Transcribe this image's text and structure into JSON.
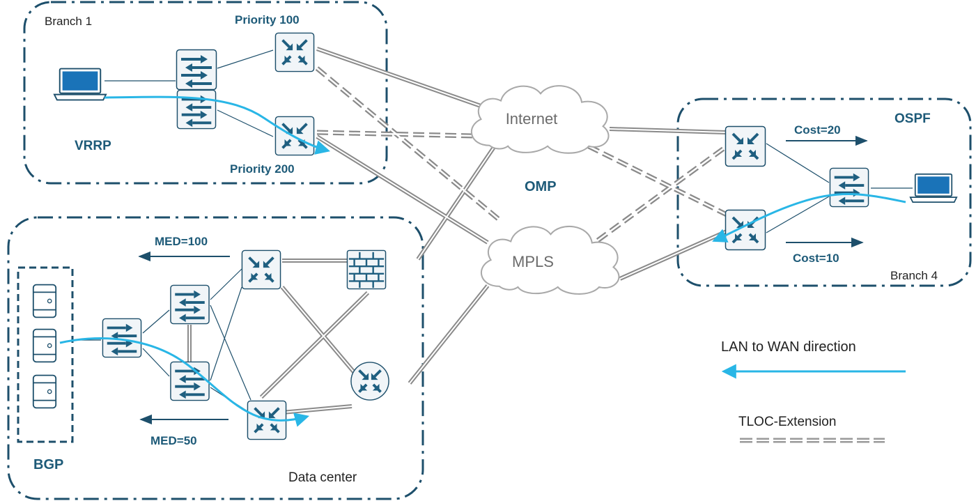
{
  "regions": {
    "branch1": "Branch 1",
    "branch4": "Branch 4",
    "datacenter": "Data center"
  },
  "protocols": {
    "vrrp": "VRRP",
    "ospf": "OSPF",
    "bgp": "BGP",
    "omp": "OMP"
  },
  "clouds": {
    "internet": "Internet",
    "mpls": "MPLS"
  },
  "labels": {
    "priority_100": "Priority 100",
    "priority_200": "Priority 200",
    "cost_20": "Cost=20",
    "cost_10": "Cost=10",
    "med_100": "MED=100",
    "med_50": "MED=50"
  },
  "legend": {
    "lan_to_wan": "LAN to WAN direction",
    "tloc_extension": "TLOC-Extension"
  },
  "colors": {
    "dark_teal": "#1d4f6b",
    "device_fill": "#f1f5f8",
    "icon_teal": "#1f5f80",
    "flow_cyan": "#29b6e6",
    "link_gray": "#8a8a8a",
    "cloud_gray": "#b9b9b9"
  },
  "icons": {
    "router": "router-icon",
    "switch": "switch-icon",
    "firewall": "firewall-icon",
    "laptop": "laptop-icon",
    "server": "server-icon",
    "cloud": "cloud-icon"
  }
}
